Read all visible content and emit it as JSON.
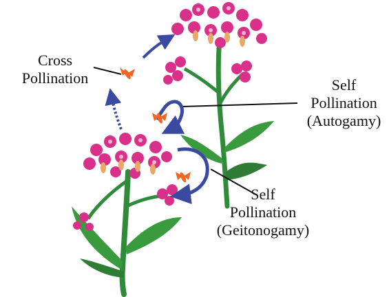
{
  "labels": {
    "cross": {
      "line1": "Cross",
      "line2": "Pollination"
    },
    "autogamy": {
      "line1": "Self",
      "line2": "Pollination",
      "line3": "(Autogamy)"
    },
    "geitonogamy": {
      "line1": "Self",
      "line2": "Pollination",
      "line3": "(Geitonogamy)"
    }
  },
  "colors": {
    "petal": "#d9308a",
    "petal_light": "#f0b7cf",
    "calyx": "#e8a86a",
    "stem": "#2f8a3a",
    "leaf": "#3a9a3e",
    "arrow": "#3a4aa0",
    "insect": "#f26522",
    "leader": "#111111"
  }
}
